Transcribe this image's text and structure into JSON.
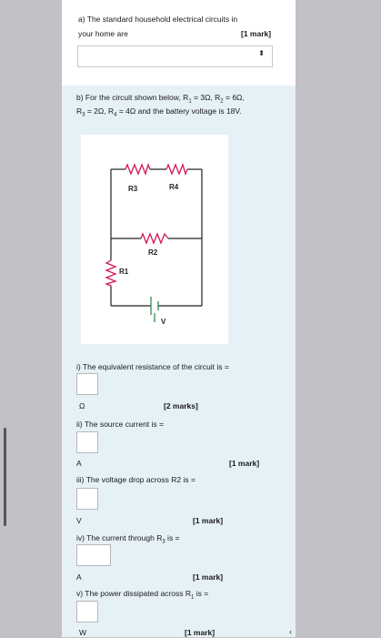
{
  "question_a": {
    "line1": "a) The standard household electrical circuits in",
    "line2": "your home are",
    "marks": "[1 mark]",
    "dropdown_value": "",
    "dropdown_arrow": "⬍"
  },
  "question_b": {
    "intro_line1_a": "b) For the circuit shown below,  R",
    "intro_line1_sub1": "1",
    "intro_line1_b": " = 3Ω, R",
    "intro_line1_sub2": "2",
    "intro_line1_c": " = 6Ω,",
    "intro_line2_a": "R",
    "intro_line2_sub3": "3",
    "intro_line2_b": " = 2Ω, R",
    "intro_line2_sub4": "4",
    "intro_line2_c": " = 4Ω and the battery voltage is 18V."
  },
  "circuit": {
    "labels": {
      "r1": "R1",
      "r2": "R2",
      "r3": "R3",
      "r4": "R4",
      "v": "V"
    },
    "colors": {
      "resistor": "#d4145a",
      "battery": "#2e8b57",
      "wire": "#222222"
    }
  },
  "subquestions": [
    {
      "text": "i) The equivalent resistance of the circuit is =",
      "unit": "Ω",
      "marks": "[2 marks]"
    },
    {
      "text": "ii) The source current is  =",
      "unit": "A",
      "marks": "[1 mark]"
    },
    {
      "text": "iii) The voltage drop across R2 is =",
      "unit": "V",
      "marks": "[1 mark]"
    },
    {
      "text_a": "iv) The current through R",
      "text_sub": "3",
      "text_b": " is =",
      "unit": "A",
      "marks": "[1 mark]"
    },
    {
      "text_a": "v) The power dissipated across R",
      "text_sub": "1",
      "text_b": " is =",
      "unit": "W",
      "marks": "[1 mark]"
    }
  ],
  "scroll_caret": "‹"
}
